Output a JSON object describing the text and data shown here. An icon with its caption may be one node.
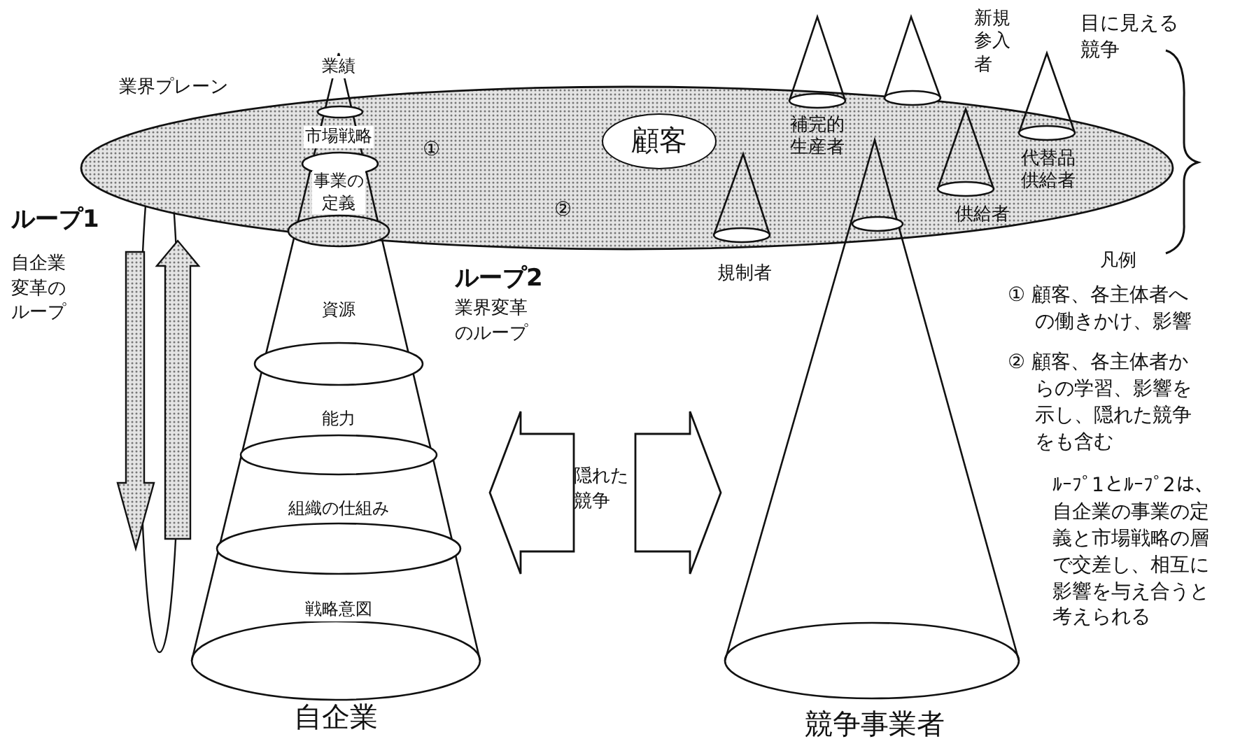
{
  "diagram": {
    "nodes": [
      {
        "text": [
          "業界プレーン"
        ]
      },
      {
        "text": [
          "自企業"
        ]
      },
      {
        "text": [
          "業績"
        ],
        "in": 1
      },
      {
        "text": [
          "市場戦略"
        ]
      },
      {
        "text": [
          "事業の定義"
        ]
      },
      {
        "text": [
          "資源"
        ],
        "in": 1
      },
      {
        "text": [
          "能力"
        ],
        "in": 1
      },
      {
        "text": [
          "組織の仕組み"
        ],
        "in": 1
      },
      {
        "text": [
          "戦略意図"
        ],
        "in": 1
      },
      {
        "text": [
          "顧客"
        ],
        "in": 0
      },
      {
        "text": [
          "補完的生産者"
        ]
      },
      {
        "text": [
          "新規参入者"
        ]
      },
      {
        "text": [
          "代替品供給者"
        ]
      },
      {
        "text": [
          "供給者"
        ],
        "in": 0
      },
      {
        "text": [
          "規制者"
        ]
      },
      {
        "text": [
          "競争事業者"
        ]
      },
      {
        "text": [
          "隠れた競争"
        ]
      }
    ],
    "edges": [
      {
        "from": 16,
        "to": 1,
        "arrow": "to"
      },
      {
        "from": 16,
        "to": 15,
        "arrow": "to"
      }
    ],
    "labels": [
      "ループ1",
      "自企業変革のループ",
      "ループ2",
      "業界変革のループ",
      "①",
      "②",
      "目に見える競争",
      "凡例",
      "ﾙｰﾌﾟ1とﾙｰﾌﾟ2は、自企業の事業の定義と市場戦略の層で交差し、相互に影響を与え合うと考えられる"
    ],
    "legend": [
      {
        "text": "① 顧客、各主体者への働きかけ、影響"
      },
      {
        "text": "② 顧客、各主体者からの学習、影響を示し、隠れた競争をも含む"
      }
    ]
  }
}
